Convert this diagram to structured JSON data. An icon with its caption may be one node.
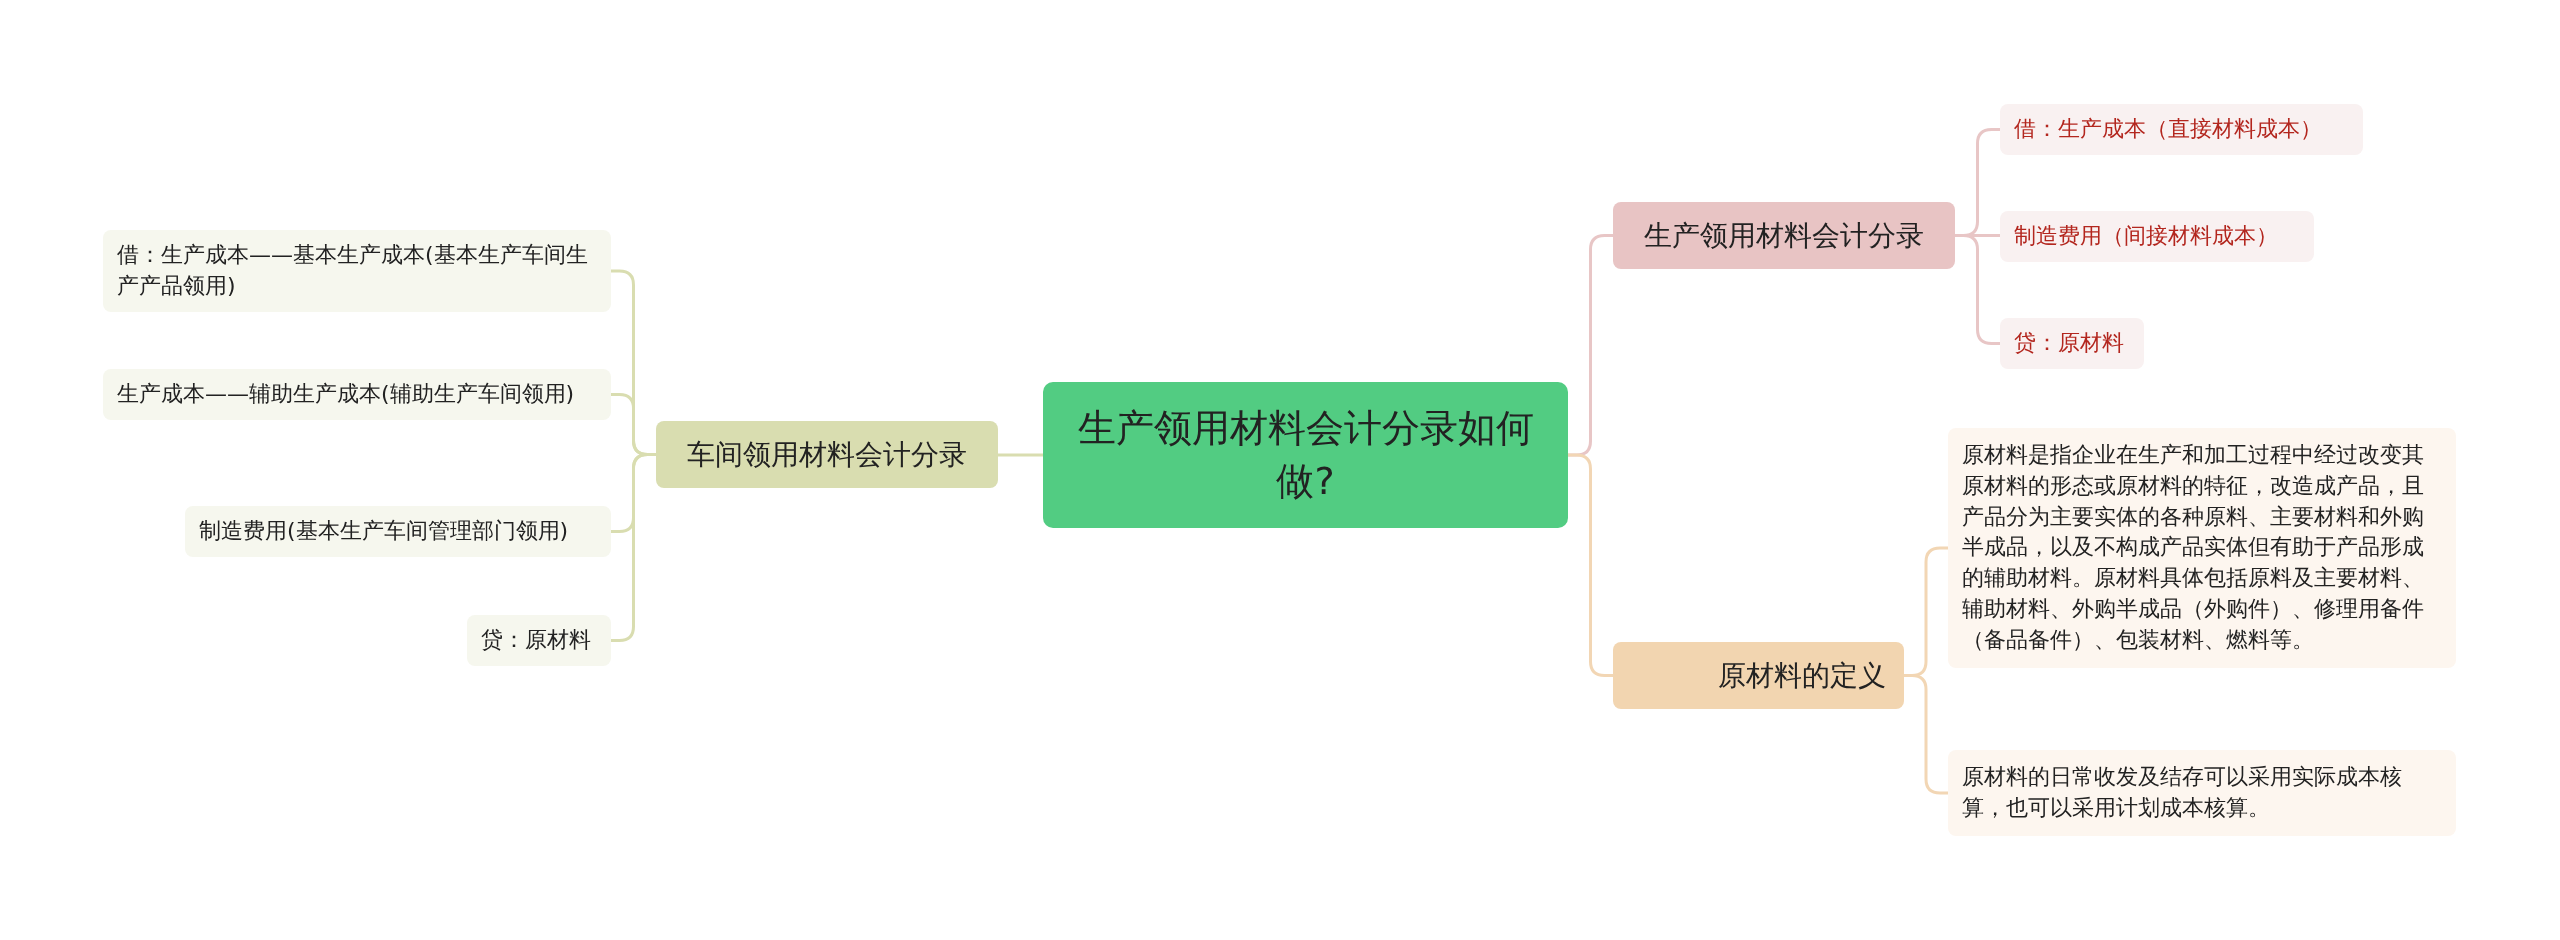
{
  "diagram": {
    "nodes": [
      {
        "text": [
          "生产领用材料会计分录如何做?"
        ]
      },
      {
        "text": [
          "车间领用材料会计分录"
        ]
      },
      {
        "text": [
          "借：生产成本——基本生产成本(基本生产车间生产产品领用)"
        ]
      },
      {
        "text": [
          "生产成本——辅助生产成本(辅助生产车间领用)"
        ]
      },
      {
        "text": [
          "制造费用(基本生产车间管理部门领用)"
        ]
      },
      {
        "text": [
          "贷：原材料"
        ]
      },
      {
        "text": [
          "生产领用材料会计分录"
        ]
      },
      {
        "text": [
          "借：生产成本（直接材料成本）"
        ]
      },
      {
        "text": [
          "制造费用（间接材料成本）"
        ]
      },
      {
        "text": [
          "贷：原材料"
        ]
      },
      {
        "text": [
          "原材料的定义"
        ]
      },
      {
        "text": [
          "原材料是指企业在生产和加工过程中经过改变其原材料的形态或原材料的特征，改造成产品，且产品分为主要实体的各种原料、主要材料和外购半成品，以及不构成产品实体但有助于产品形成的辅助材料。原材料具体包括原料及主要材料、辅助材料、外购半成品（外购件）、修理用备件（备品备件）、包装材料、燃料等。"
        ]
      },
      {
        "text": [
          "原材料的日常收发及结存可以采用实际成本核算，也可以采用计划成本核算。"
        ]
      }
    ],
    "edges": [
      {
        "from": 0,
        "to": 1,
        "arrow": "none"
      },
      {
        "from": 1,
        "to": 2,
        "arrow": "none"
      },
      {
        "from": 1,
        "to": 3,
        "arrow": "none"
      },
      {
        "from": 1,
        "to": 4,
        "arrow": "none"
      },
      {
        "from": 1,
        "to": 5,
        "arrow": "none"
      },
      {
        "from": 0,
        "to": 6,
        "arrow": "none",
        "color": "#e8c6c6"
      },
      {
        "from": 6,
        "to": 7,
        "arrow": "none",
        "color": "#e8c6c6"
      },
      {
        "from": 6,
        "to": 8,
        "arrow": "none",
        "color": "#e8c6c6"
      },
      {
        "from": 6,
        "to": 9,
        "arrow": "none",
        "color": "#e8c6c6"
      },
      {
        "from": 0,
        "to": 10,
        "arrow": "none",
        "color": "#f2d6b4"
      },
      {
        "from": 10,
        "to": 11,
        "arrow": "none",
        "color": "#f2d6b4"
      },
      {
        "from": 10,
        "to": 12,
        "arrow": "none",
        "color": "#f2d6b4"
      }
    ]
  }
}
